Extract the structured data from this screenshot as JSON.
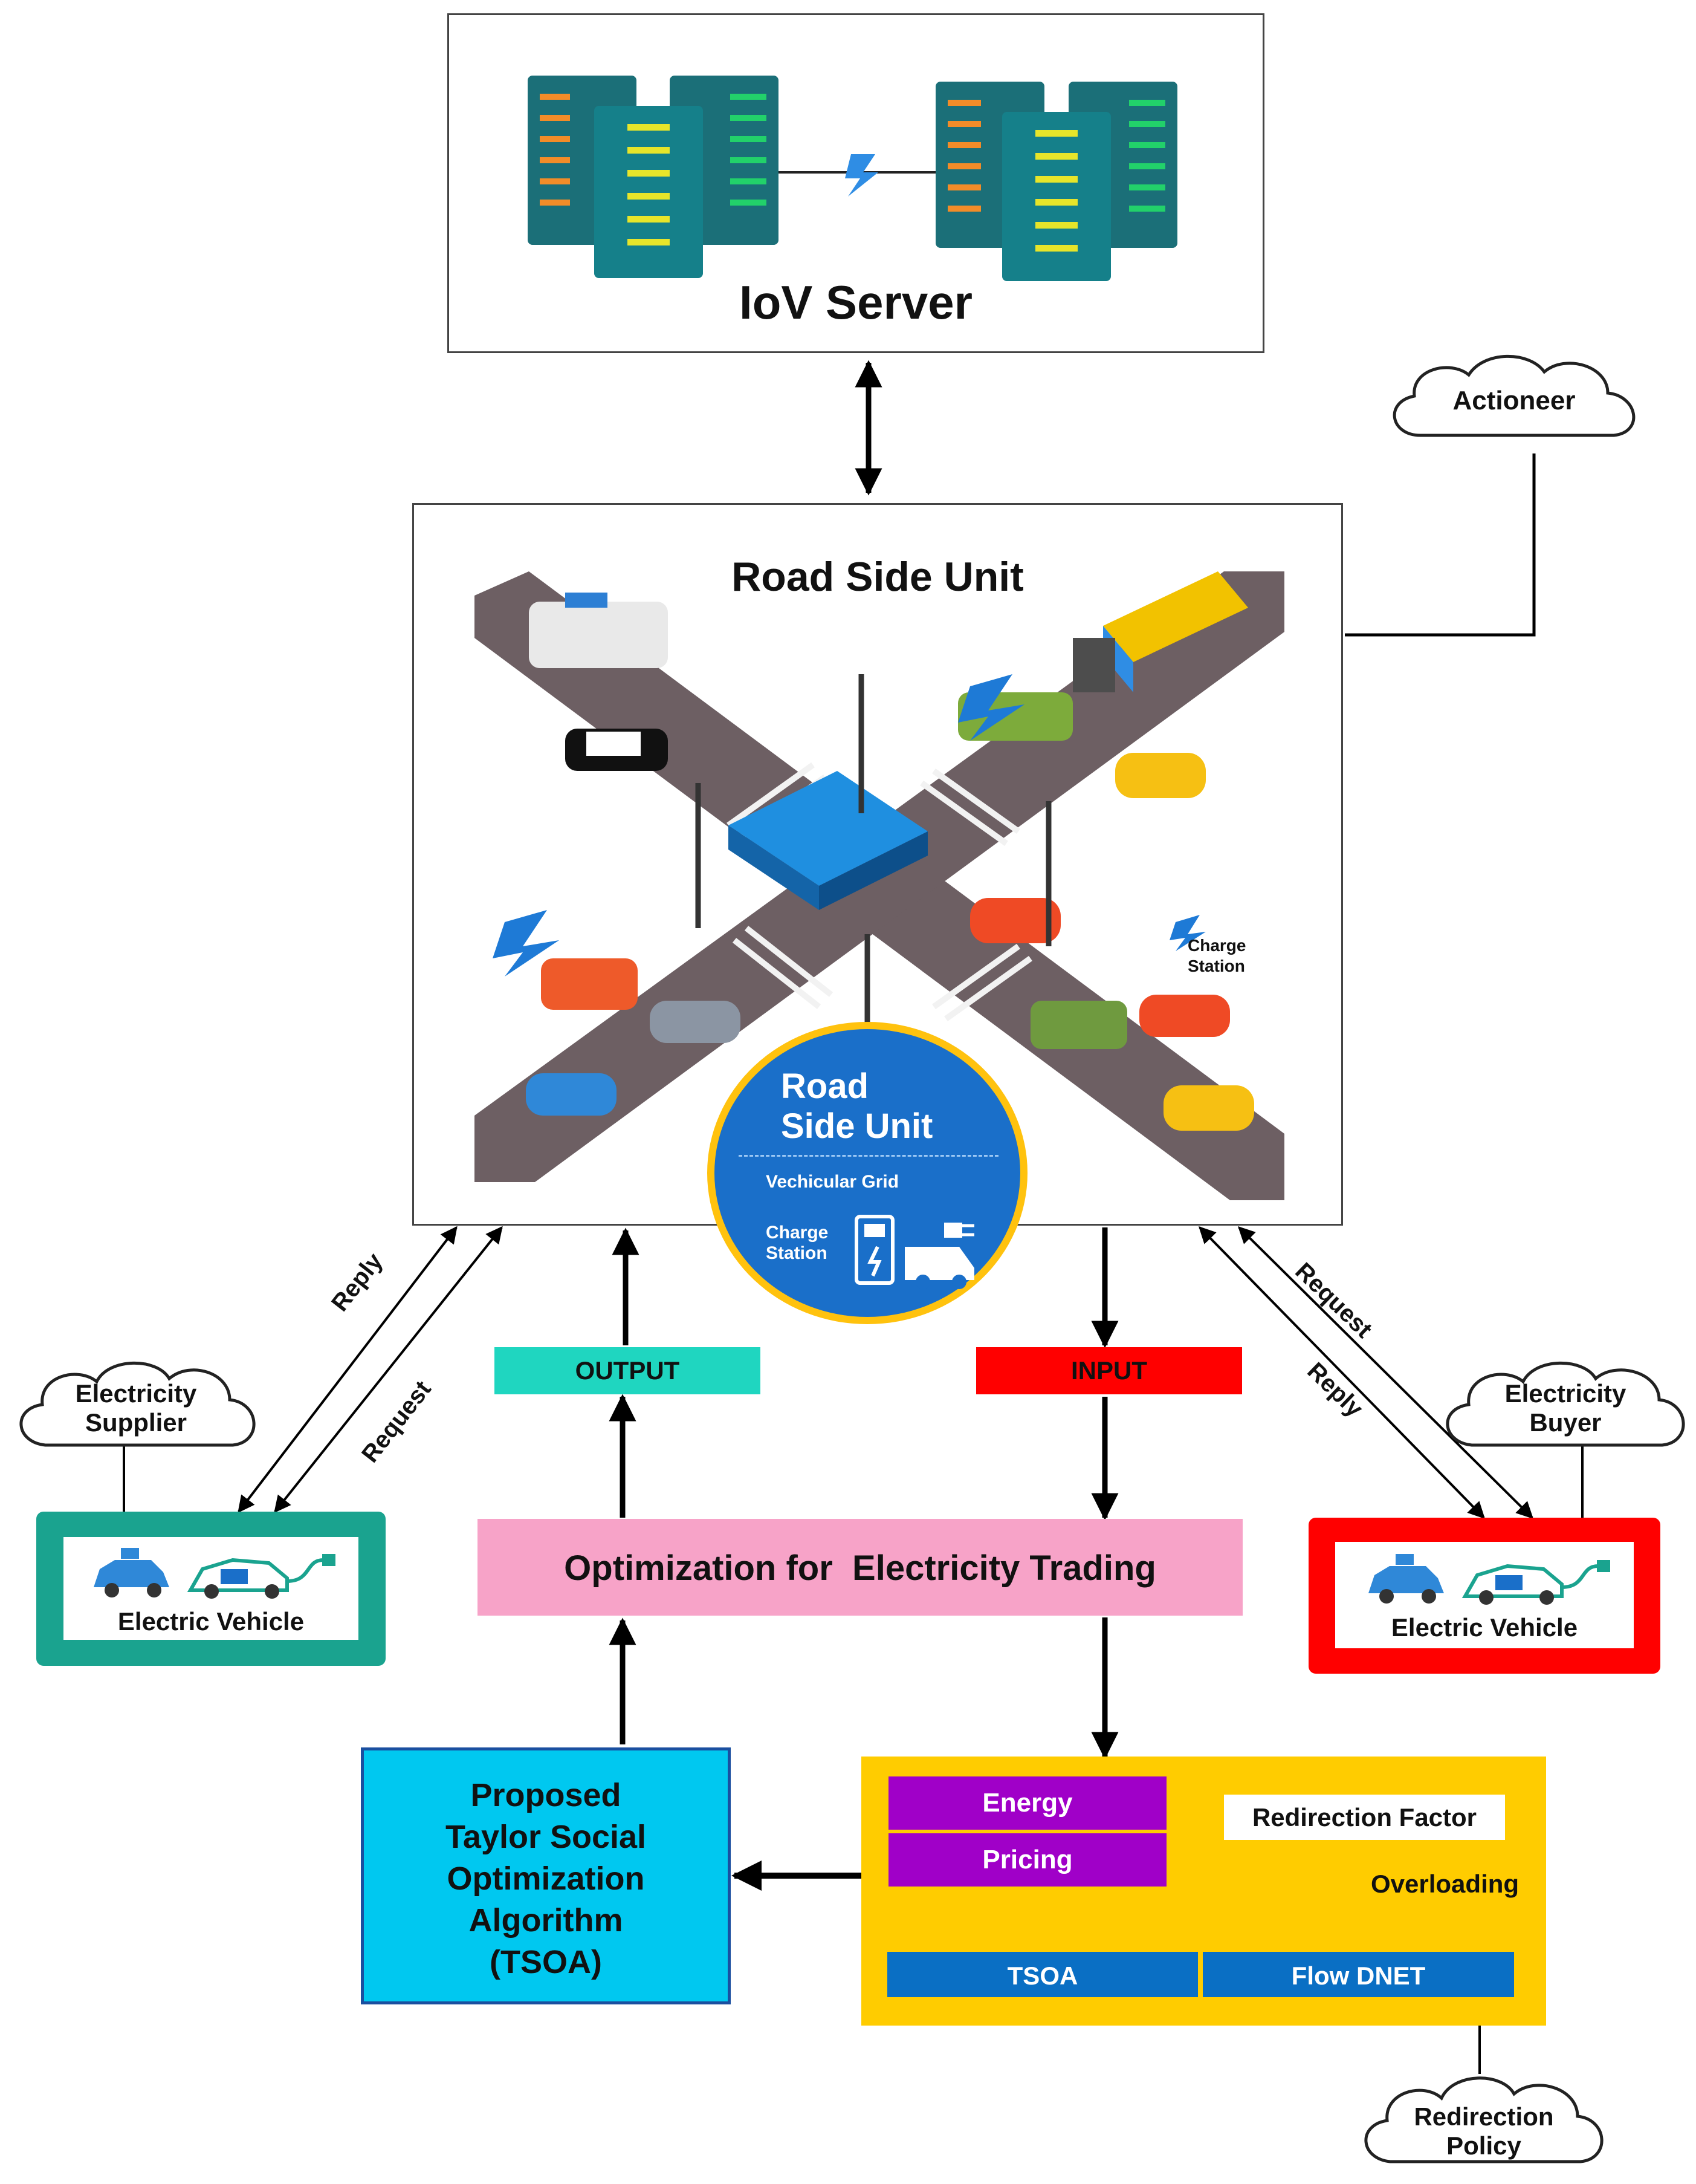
{
  "server": {
    "title": "IoV Server"
  },
  "rsu": {
    "title": "Road Side Unit",
    "badge_title_line1": "Road",
    "badge_title_line2": "Side Unit",
    "badge_sub1": "Vechicular Grid",
    "badge_sub2_line1": "Charge",
    "badge_sub2_line2": "Station",
    "charge_station_line1": "Charge",
    "charge_station_line2": "Station"
  },
  "actioneer": "Actioneer",
  "supplier": {
    "line1": "Electricity",
    "line2": "Supplier",
    "ev_label": "Electric Vehicle"
  },
  "buyer": {
    "line1": "Electricity",
    "line2": "Buyer",
    "ev_label": "Electric Vehicle"
  },
  "arrows": {
    "left_reply": "Reply",
    "left_request": "Request",
    "right_request": "Request",
    "right_reply": "Reply"
  },
  "output_label": "OUTPUT",
  "input_label": "INPUT",
  "optimization_label": "Optimization for  Electricity Trading",
  "tsoa_box": [
    "Proposed",
    "Taylor Social",
    "Optimization",
    "Algorithm",
    "(TSOA)"
  ],
  "panel": {
    "energy": "Energy",
    "pricing": "Pricing",
    "redirection_factor": "Redirection Factor",
    "overloading": "Overloading",
    "tsoa": "TSOA",
    "flow_dnet": "Flow DNET"
  },
  "redirection_policy": {
    "line1": "Redirection",
    "line2": "Policy"
  },
  "colors": {
    "output": "#1fd6c0",
    "input": "#ff0000",
    "optimization": "#f7a3c8",
    "tsoa_box": "#00c8f0",
    "panel": "#ffcc00",
    "energy_pricing": "#a000c8",
    "tsoa_bar": "#0a6fc4",
    "supplier_border": "#1aa38f",
    "buyer_border": "#ff0000",
    "badge": "#1a6fc9",
    "badge_ring": "#ffc20e"
  }
}
